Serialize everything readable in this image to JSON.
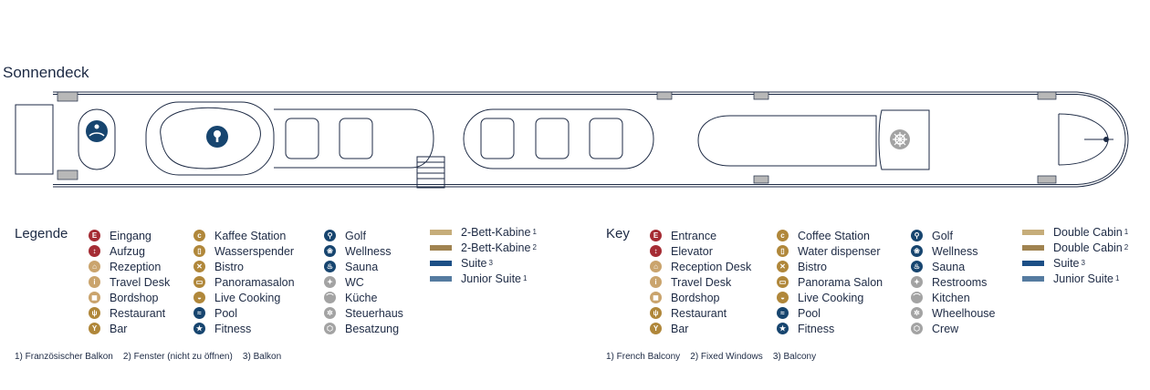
{
  "deck_title": "Sonnendeck",
  "colors": {
    "outline": "#1d2a44",
    "red": "#a52c34",
    "tan": "#caa46d",
    "gold": "#b0873a",
    "navy": "#17456f",
    "gray": "#a3a3a3",
    "double": "#c6ad7a",
    "double2": "#a08350",
    "suite": "#1c4f86",
    "junior": "#557ba0"
  },
  "deck_icons": [
    "wellness-icon",
    "golf-icon",
    "wheelhouse-icon"
  ],
  "legend_de": {
    "heading": "Legende",
    "col1": [
      {
        "label": "Eingang",
        "icon": "entrance-icon",
        "color": "red",
        "g": "E"
      },
      {
        "label": "Aufzug",
        "icon": "elevator-icon",
        "color": "red",
        "g": "↕"
      },
      {
        "label": "Rezeption",
        "icon": "reception-icon",
        "color": "tan",
        "g": "⌂"
      },
      {
        "label": "Travel Desk",
        "icon": "travel-desk-icon",
        "color": "tan",
        "g": "i"
      },
      {
        "label": "Bordshop",
        "icon": "shop-icon",
        "color": "tan",
        "g": "◼"
      },
      {
        "label": "Restaurant",
        "icon": "restaurant-icon",
        "color": "gold",
        "g": "ψ"
      },
      {
        "label": "Bar",
        "icon": "bar-icon",
        "color": "gold",
        "g": "Y"
      }
    ],
    "col2": [
      {
        "label": "Kaffee Station",
        "icon": "coffee-icon",
        "color": "gold",
        "g": "c"
      },
      {
        "label": "Wasserspender",
        "icon": "water-dispenser-icon",
        "color": "gold",
        "g": "▯"
      },
      {
        "label": "Bistro",
        "icon": "bistro-icon",
        "color": "gold",
        "g": "✕"
      },
      {
        "label": "Panoramasalon",
        "icon": "panorama-icon",
        "color": "gold",
        "g": "▭"
      },
      {
        "label": "Live Cooking",
        "icon": "live-cooking-icon",
        "color": "gold",
        "g": "◒"
      },
      {
        "label": "Pool",
        "icon": "pool-icon",
        "color": "navy",
        "g": "≈"
      },
      {
        "label": "Fitness",
        "icon": "fitness-icon",
        "color": "navy",
        "g": "★"
      }
    ],
    "col3": [
      {
        "label": "Golf",
        "icon": "golf-icon",
        "color": "navy",
        "g": "⚲"
      },
      {
        "label": "Wellness",
        "icon": "wellness-icon",
        "color": "navy",
        "g": "❀"
      },
      {
        "label": "Sauna",
        "icon": "sauna-icon",
        "color": "navy",
        "g": "♨"
      },
      {
        "label": "WC",
        "icon": "wc-icon",
        "color": "gray",
        "g": "✦"
      },
      {
        "label": "Küche",
        "icon": "kitchen-icon",
        "color": "gray",
        "g": "⌒"
      },
      {
        "label": "Steuerhaus",
        "icon": "wheelhouse-icon",
        "color": "gray",
        "g": "✲"
      },
      {
        "label": "Besatzung",
        "icon": "crew-icon",
        "color": "gray",
        "g": "⬡"
      }
    ],
    "cabins": [
      {
        "label": "2-Bett-Kabine",
        "sup": "1",
        "color": "double"
      },
      {
        "label": "2-Bett-Kabine",
        "sup": "2",
        "color": "double2"
      },
      {
        "label": "Suite",
        "sup": "3",
        "color": "suite"
      },
      {
        "label": "Junior Suite",
        "sup": "1",
        "color": "junior"
      }
    ],
    "footnotes": "1) Französischer Balkon    2) Fenster (nicht zu öffnen)    3) Balkon"
  },
  "legend_en": {
    "heading": "Key",
    "col1": [
      {
        "label": "Entrance",
        "icon": "entrance-icon",
        "color": "red",
        "g": "E"
      },
      {
        "label": "Elevator",
        "icon": "elevator-icon",
        "color": "red",
        "g": "↕"
      },
      {
        "label": "Reception Desk",
        "icon": "reception-icon",
        "color": "tan",
        "g": "⌂"
      },
      {
        "label": "Travel Desk",
        "icon": "travel-desk-icon",
        "color": "tan",
        "g": "i"
      },
      {
        "label": "Bordshop",
        "icon": "shop-icon",
        "color": "tan",
        "g": "◼"
      },
      {
        "label": "Restaurant",
        "icon": "restaurant-icon",
        "color": "gold",
        "g": "ψ"
      },
      {
        "label": "Bar",
        "icon": "bar-icon",
        "color": "gold",
        "g": "Y"
      }
    ],
    "col2": [
      {
        "label": "Coffee Station",
        "icon": "coffee-icon",
        "color": "gold",
        "g": "c"
      },
      {
        "label": "Water dispenser",
        "icon": "water-dispenser-icon",
        "color": "gold",
        "g": "▯"
      },
      {
        "label": "Bistro",
        "icon": "bistro-icon",
        "color": "gold",
        "g": "✕"
      },
      {
        "label": "Panorama Salon",
        "icon": "panorama-icon",
        "color": "gold",
        "g": "▭"
      },
      {
        "label": "Live Cooking",
        "icon": "live-cooking-icon",
        "color": "gold",
        "g": "◒"
      },
      {
        "label": "Pool",
        "icon": "pool-icon",
        "color": "navy",
        "g": "≈"
      },
      {
        "label": "Fitness",
        "icon": "fitness-icon",
        "color": "navy",
        "g": "★"
      }
    ],
    "col3": [
      {
        "label": "Golf",
        "icon": "golf-icon",
        "color": "navy",
        "g": "⚲"
      },
      {
        "label": "Wellness",
        "icon": "wellness-icon",
        "color": "navy",
        "g": "❀"
      },
      {
        "label": "Sauna",
        "icon": "sauna-icon",
        "color": "navy",
        "g": "♨"
      },
      {
        "label": "Restrooms",
        "icon": "wc-icon",
        "color": "gray",
        "g": "✦"
      },
      {
        "label": "Kitchen",
        "icon": "kitchen-icon",
        "color": "gray",
        "g": "⌒"
      },
      {
        "label": "Wheelhouse",
        "icon": "wheelhouse-icon",
        "color": "gray",
        "g": "✲"
      },
      {
        "label": "Crew",
        "icon": "crew-icon",
        "color": "gray",
        "g": "⬡"
      }
    ],
    "cabins": [
      {
        "label": "Double Cabin",
        "sup": "1",
        "color": "double"
      },
      {
        "label": "Double Cabin",
        "sup": "2",
        "color": "double2"
      },
      {
        "label": "Suite",
        "sup": "3",
        "color": "suite"
      },
      {
        "label": "Junior Suite",
        "sup": "1",
        "color": "junior"
      }
    ],
    "footnotes": "1) French Balcony    2) Fixed Windows    3) Balcony"
  }
}
